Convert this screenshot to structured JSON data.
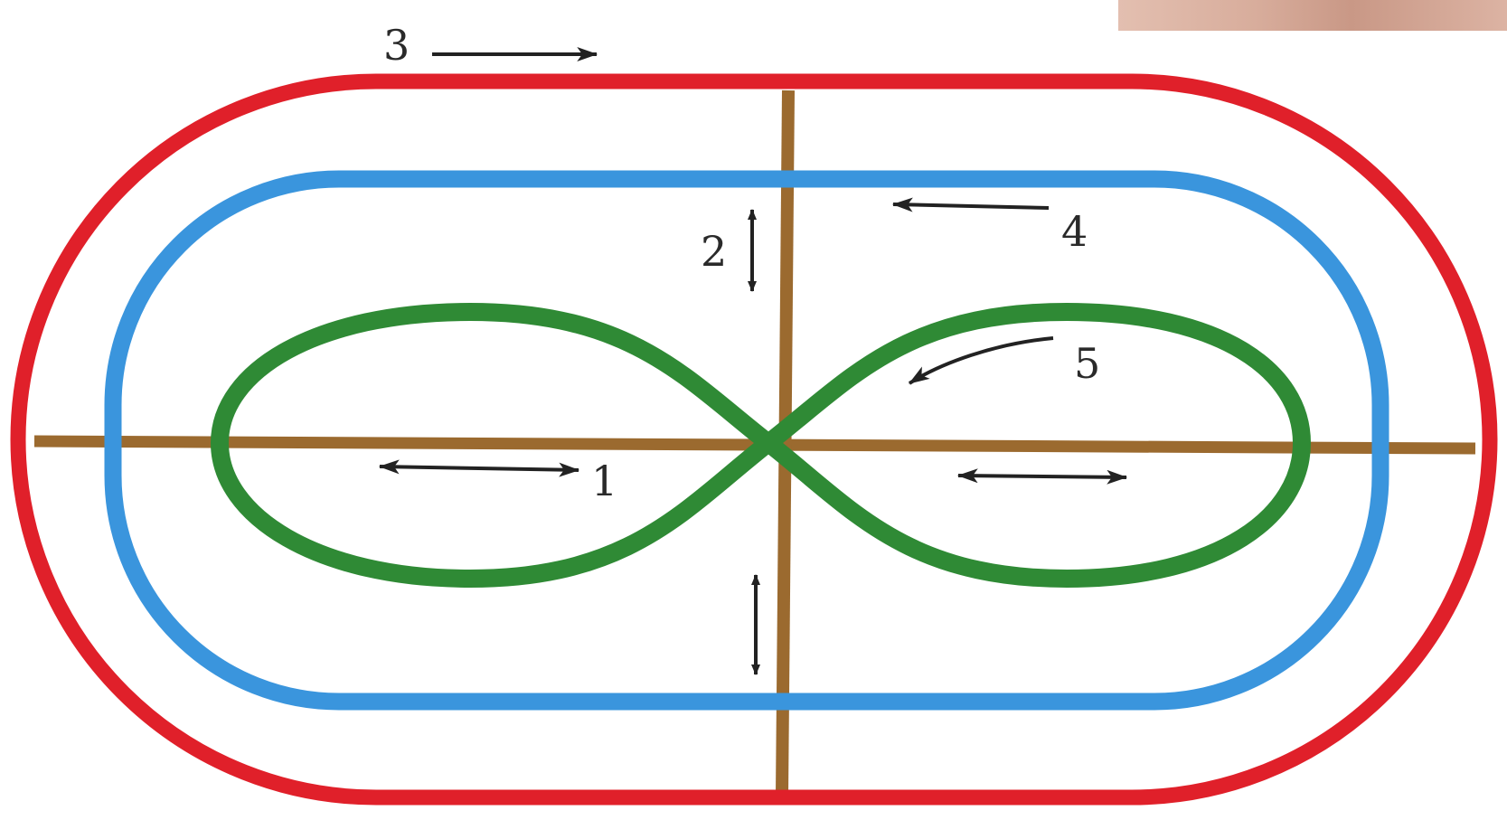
{
  "labels": {
    "one": "1",
    "two": "2",
    "three": "3",
    "four": "4",
    "five": "5"
  },
  "colors": {
    "outer_track": "#e0202a",
    "inner_track": "#3a95dd",
    "figure_eight": "#2f8a35",
    "cross_lines": "#9b6a2f",
    "arrows": "#222222",
    "corner_photo": "#d8ad9c"
  },
  "icons": {
    "arrow_1": "double-horizontal-arrow",
    "arrow_1b": "double-horizontal-arrow",
    "arrow_2": "double-vertical-arrow",
    "arrow_2b": "double-vertical-arrow",
    "arrow_3": "right-arrow",
    "arrow_4": "left-arrow",
    "arrow_5": "curved-arrow"
  }
}
